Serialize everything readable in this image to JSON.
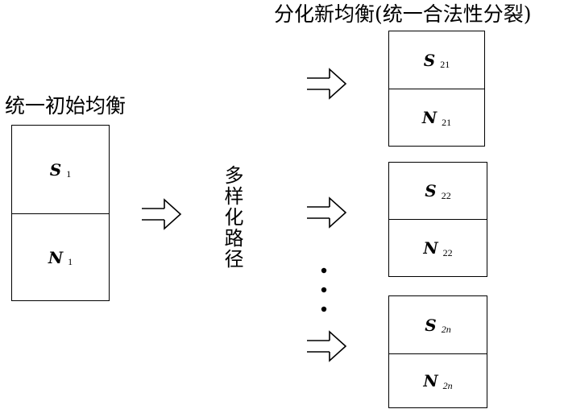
{
  "initial": {
    "title": "统一初始均衡",
    "top": {
      "var": "S",
      "sub": "1"
    },
    "bottom": {
      "var": "N",
      "sub": "1"
    }
  },
  "path_label": "多样化路径",
  "result": {
    "title": "分化新均衡(统一合法性分裂)",
    "groups": [
      {
        "top": {
          "var": "S",
          "sub": "21"
        },
        "bottom": {
          "var": "N",
          "sub": "21"
        }
      },
      {
        "top": {
          "var": "S",
          "sub": "22"
        },
        "bottom": {
          "var": "N",
          "sub": "22"
        }
      },
      {
        "top": {
          "var": "S",
          "sub": "2n"
        },
        "bottom": {
          "var": "N",
          "sub": "2n"
        }
      }
    ]
  },
  "arrow_icon": "double-right-arrow-icon",
  "ellipsis_icon": "vertical-ellipsis-icon"
}
